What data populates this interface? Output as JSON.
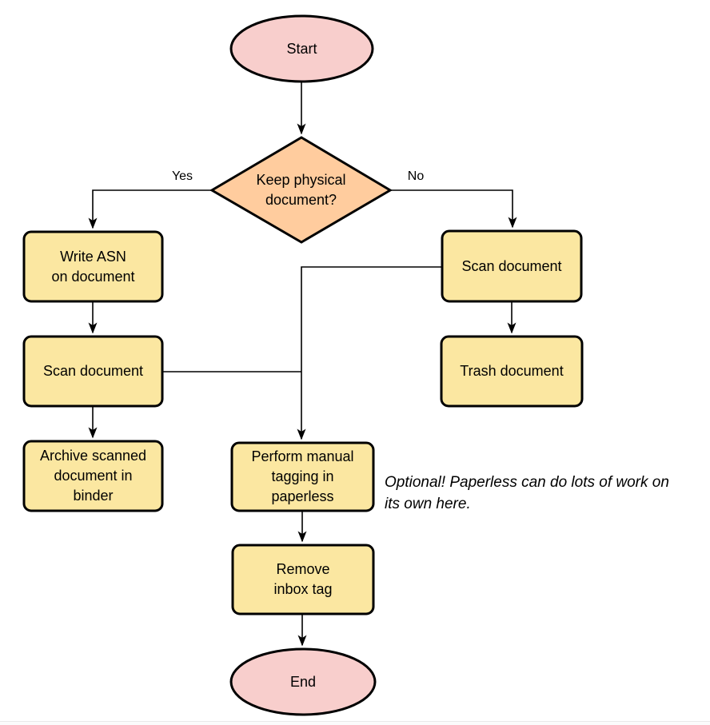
{
  "diagram": {
    "type": "flowchart",
    "nodes": {
      "start": {
        "shape": "terminator",
        "label": "Start"
      },
      "decision": {
        "shape": "decision",
        "label": "Keep physical\ndocument?"
      },
      "write_asn": {
        "shape": "process",
        "label": "Write ASN\non document"
      },
      "scan_left": {
        "shape": "process",
        "label": "Scan document"
      },
      "archive": {
        "shape": "process",
        "label": "Archive scanned\ndocument in\nbinder"
      },
      "scan_right": {
        "shape": "process",
        "label": "Scan document"
      },
      "trash": {
        "shape": "process",
        "label": "Trash document"
      },
      "tagging": {
        "shape": "process",
        "label": "Perform manual\ntagging in\npaperless"
      },
      "remove_inbox": {
        "shape": "process",
        "label": "Remove\ninbox tag"
      },
      "end": {
        "shape": "terminator",
        "label": "End"
      }
    },
    "edges": {
      "yes_label": "Yes",
      "no_label": "No",
      "list": [
        "start -> decision",
        "decision -Yes-> write_asn",
        "decision -No-> scan_right",
        "write_asn -> scan_left",
        "scan_left -> archive",
        "scan_left -> tagging",
        "scan_right -> trash",
        "scan_right -> tagging",
        "tagging -> remove_inbox",
        "remove_inbox -> end"
      ]
    },
    "note": {
      "text": "Optional! Paperless can do lots of work on\nits own here."
    },
    "colors": {
      "terminator_fill": "#F8CECC",
      "decision_fill": "#FFCC9E",
      "process_fill": "#FBE7A1",
      "stroke": "#000000",
      "line": "#000000"
    }
  }
}
